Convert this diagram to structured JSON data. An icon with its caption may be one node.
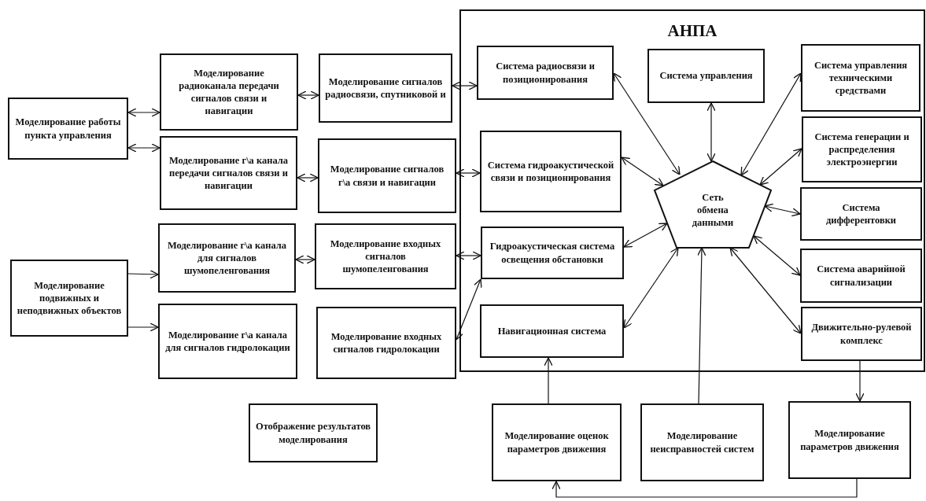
{
  "diagram": {
    "nodes": [
      {
        "text": [
          "АНПА"
        ]
      },
      {
        "text": [
          "Моделирование работы пункта управления"
        ]
      },
      {
        "text": [
          "Моделирование радиоканала передачи сигналов связи и навигации"
        ]
      },
      {
        "text": [
          "Моделирование сигналов радиосвязи, спутниковой и"
        ]
      },
      {
        "text": [
          "Моделирование г\\а канала передачи сигналов связи и навигации"
        ]
      },
      {
        "text": [
          "Моделирование сигналов г\\а связи и навигации"
        ]
      },
      {
        "text": [
          "Моделирование подвижных и неподвижных объектов"
        ]
      },
      {
        "text": [
          "Моделирование г\\а канала для сигналов шумопеленгования"
        ]
      },
      {
        "text": [
          "Моделирование входных сигналов шумопеленгования"
        ]
      },
      {
        "text": [
          "Моделирование г\\а канала для сигналов гидролокации"
        ]
      },
      {
        "text": [
          "Моделирование входных сигналов гидролокации"
        ]
      },
      {
        "text": [
          "Система радиосвязи и позиционирования"
        ],
        "in": 0
      },
      {
        "text": [
          "Система управления"
        ],
        "in": 0
      },
      {
        "text": [
          "Система управления техническими средствами"
        ],
        "in": 0
      },
      {
        "text": [
          "Система гидроакустической связи и позиционирования"
        ],
        "in": 0
      },
      {
        "text": [
          "Система генерации и распределения электроэнергии"
        ],
        "in": 0
      },
      {
        "text": [
          "Сеть обмена данными"
        ],
        "in": 0
      },
      {
        "text": [
          "Система дифферентовки"
        ],
        "in": 0
      },
      {
        "text": [
          "Гидроакустическая система освещения обстановки"
        ],
        "in": 0
      },
      {
        "text": [
          "Система аварийной сигнализации"
        ],
        "in": 0
      },
      {
        "text": [
          "Навигационная система"
        ],
        "in": 0
      },
      {
        "text": [
          "Движительно-рулевой комплекс"
        ],
        "in": 0
      },
      {
        "text": [
          "Отображение результатов моделирования"
        ]
      },
      {
        "text": [
          "Моделирование оценок параметров движения"
        ]
      },
      {
        "text": [
          "Моделирование неисправностей систем"
        ]
      },
      {
        "text": [
          "Моделирование параметров движения"
        ]
      }
    ],
    "edges": [
      {
        "from": 1,
        "to": 2,
        "arrow": "both"
      },
      {
        "from": 1,
        "to": 4,
        "arrow": "both"
      },
      {
        "from": 2,
        "to": 3,
        "arrow": "both"
      },
      {
        "from": 4,
        "to": 5,
        "arrow": "both"
      },
      {
        "from": 3,
        "to": 11,
        "arrow": "both"
      },
      {
        "from": 5,
        "to": 14,
        "arrow": "both"
      },
      {
        "from": 6,
        "to": 7,
        "arrow": "to"
      },
      {
        "from": 6,
        "to": 9,
        "arrow": "to"
      },
      {
        "from": 7,
        "to": 8,
        "arrow": "both"
      },
      {
        "from": 8,
        "to": 18,
        "arrow": "both"
      },
      {
        "from": 10,
        "to": 18,
        "arrow": "both"
      },
      {
        "from": 11,
        "to": 16,
        "arrow": "both"
      },
      {
        "from": 12,
        "to": 16,
        "arrow": "both"
      },
      {
        "from": 13,
        "to": 16,
        "arrow": "both"
      },
      {
        "from": 14,
        "to": 16,
        "arrow": "both"
      },
      {
        "from": 15,
        "to": 16,
        "arrow": "both"
      },
      {
        "from": 17,
        "to": 16,
        "arrow": "both"
      },
      {
        "from": 18,
        "to": 16,
        "arrow": "both"
      },
      {
        "from": 20,
        "to": 16,
        "arrow": "both"
      },
      {
        "from": 24,
        "to": 16,
        "arrow": "to"
      },
      {
        "from": 19,
        "to": 16,
        "arrow": "both"
      },
      {
        "from": 21,
        "to": 16,
        "arrow": "both"
      },
      {
        "from": 23,
        "to": 20,
        "arrow": "to"
      },
      {
        "from": 21,
        "to": 25,
        "arrow": "to"
      },
      {
        "from": 25,
        "to": 23,
        "arrow": "to"
      }
    ]
  }
}
